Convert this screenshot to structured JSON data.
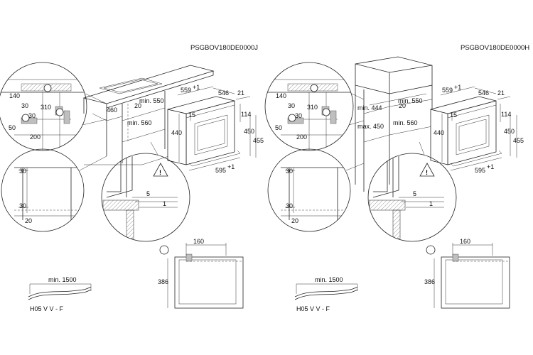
{
  "left": {
    "model": "PSGBOV180DE0000J",
    "circle_cab": {
      "d140": "140",
      "d310": "310",
      "d30a": "30",
      "d30b": "30",
      "d50": "50",
      "d200": "200"
    },
    "cabinet": {
      "d460": "460",
      "d20": "20",
      "min550": "min. 550",
      "min560": "min. 560"
    },
    "oven": {
      "d559": "559",
      "d559s": "+1",
      "d546": "546",
      "d21": "21",
      "d15": "15",
      "d114": "114",
      "d440": "440",
      "d450": "450",
      "d455": "455",
      "d595": "595",
      "d595s": "+1"
    },
    "circle_side": {
      "d30a": "30",
      "d30b": "30",
      "d20": "20"
    },
    "circle_gap": {
      "d5": "5",
      "d1": "1"
    },
    "cable": {
      "len": "min. 1500",
      "type": "H05 V V - F"
    },
    "front": {
      "d160": "160",
      "d386": "386"
    }
  },
  "right": {
    "model": "PSGBOV180DE0000H",
    "circle_cab": {
      "d140": "140",
      "d310": "310",
      "d30a": "30",
      "d30b": "30",
      "d50": "50",
      "d200": "200"
    },
    "cabinet": {
      "min444": "min. 444",
      "max450": "max. 450",
      "d20": "20",
      "min550": "min. 550",
      "min560": "min. 560"
    },
    "oven": {
      "d559": "559",
      "d559s": "+1",
      "d546": "546",
      "d21": "21",
      "d15": "15",
      "d114": "114",
      "d440": "440",
      "d450": "450",
      "d455": "455",
      "d595": "595",
      "d595s": "+1"
    },
    "circle_side": {
      "d30a": "30",
      "d30b": "30",
      "d20": "20"
    },
    "circle_gap": {
      "d5": "5",
      "d1": "1"
    },
    "cable": {
      "len": "min. 1500",
      "type": "H05 V V - F"
    },
    "front": {
      "d160": "160",
      "d386": "386"
    }
  }
}
